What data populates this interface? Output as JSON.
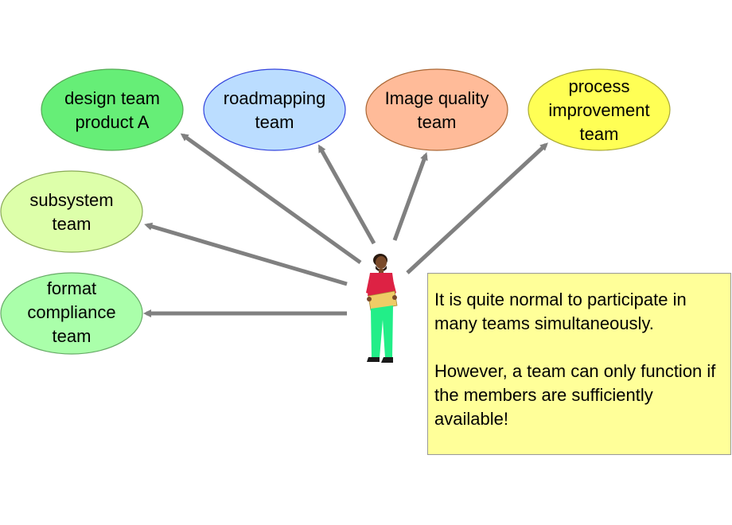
{
  "teams": [
    {
      "line1": "design team",
      "line2": "product A",
      "line3": "",
      "fill": "#66ee77",
      "stroke": "#55aa55"
    },
    {
      "line1": "roadmapping",
      "line2": "team",
      "line3": "",
      "fill": "#bbddff",
      "stroke": "#3344dd"
    },
    {
      "line1": "Image quality",
      "line2": "team",
      "line3": "",
      "fill": "#ffbb99",
      "stroke": "#aa6633"
    },
    {
      "line1": "process",
      "line2": "improvement",
      "line3": "team",
      "fill": "#ffff55",
      "stroke": "#aaaa33"
    },
    {
      "line1": "subsystem",
      "line2": "team",
      "line3": "",
      "fill": "#ddffaa",
      "stroke": "#88aa55"
    },
    {
      "line1": "format",
      "line2": "compliance",
      "line3": "team",
      "fill": "#aaffaa",
      "stroke": "#66aa66"
    }
  ],
  "note": {
    "paragraph1": "It is quite normal to participate in many teams simultaneously.",
    "paragraph2": "However, a team can only function if the members are sufficiently available!",
    "background": "#ffff99"
  },
  "colors": {
    "arrow": "#808080",
    "person_shirt": "#dd2244",
    "person_pants": "#22ee88",
    "person_folder": "#eecc66"
  },
  "person": {
    "icon": "person-icon"
  }
}
